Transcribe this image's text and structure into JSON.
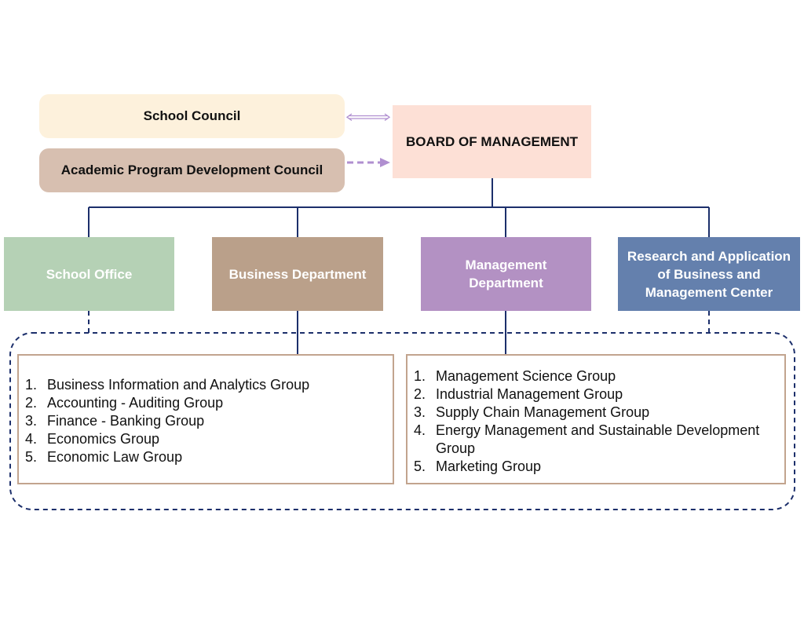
{
  "councils": {
    "school_council": "School Council",
    "academic_council": "Academic Program Development Council"
  },
  "board": "BOARD OF MANAGEMENT",
  "departments": [
    {
      "label": "School Office"
    },
    {
      "label": "Business Department"
    },
    {
      "label": "Management Department"
    },
    {
      "label": "Research and Application of Business and Management Center"
    }
  ],
  "business_groups": [
    {
      "num": "1.",
      "text": "Business Information and Analytics Group"
    },
    {
      "num": "2.",
      "text": "Accounting - Auditing Group"
    },
    {
      "num": "3.",
      "text": "Finance - Banking Group"
    },
    {
      "num": "4.",
      "text": "Economics Group"
    },
    {
      "num": "5.",
      "text": "Economic Law Group"
    }
  ],
  "management_groups": [
    {
      "num": "1.",
      "text": "Management Science Group"
    },
    {
      "num": "2.",
      "text": "Industrial Management Group"
    },
    {
      "num": "3.",
      "text": "Supply Chain Management Group"
    },
    {
      "num": "4.",
      "text": "Energy Management and Sustainable Development Group"
    },
    {
      "num": "5.",
      "text": "Marketing Group"
    }
  ],
  "colors": {
    "school_council": "#fdf1dc",
    "academic_council": "#d7bfb0",
    "board": "#fde0d6",
    "school_office": "#b5d1b5",
    "business_department": "#baa08a",
    "management_department": "#b391c3",
    "research_center": "#6480ad",
    "connector": "#1c2f6b",
    "council_arrow": "#b08fd0",
    "group_border": "#c2a48e"
  }
}
